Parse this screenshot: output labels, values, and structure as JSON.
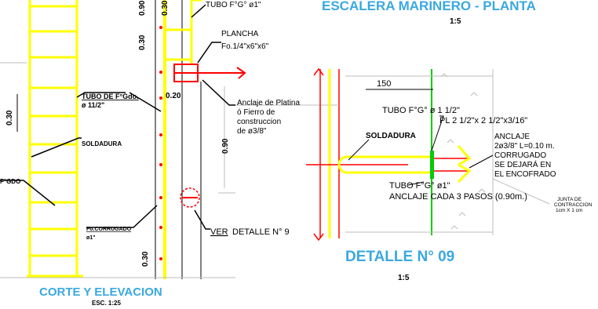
{
  "titles": {
    "planta_title": "ESCALERA MARINERO - PLANTA",
    "planta_scale": "1:5",
    "detalle_title": "DETALLE N° 09",
    "detalle_scale": "1:5",
    "corte_title": "CORTE Y ELEVACION",
    "corte_scale": "ESC. 1:25"
  },
  "left_labels": {
    "tubo_fg_1": "TUBO F°G° ø1\"",
    "plancha_1": "PLANCHA",
    "plancha_2": "Fo.1/4\"x6\"x6\"",
    "tubo_fgdo_1": "TUBO DE F°Gdo.",
    "tubo_fgdo_2": "ø 11/2\"",
    "anclaje_1": "Anclaje de Platina",
    "anclaje_2": "ó Fierro de",
    "anclaje_3": "construccion",
    "anclaje_4": "de ø3/8\"",
    "soldadura": "SOLDADURA",
    "fgdo": "F°GDO",
    "fo_corrugado_1": "Fo.CORRUGADO",
    "fo_corrugado_2": "ø1\"",
    "ver_detalle": "VER",
    "ver_detalle_rest": "DETALLE N° 9"
  },
  "left_dims": {
    "d090_top": "0.90",
    "d030_top": "0.30",
    "d030_mid": "0.30",
    "d030_left": "0.30",
    "d020": "0.20",
    "d090_right": "0.90",
    "d030_bottom": "0.30"
  },
  "right_labels": {
    "dim_150": "150",
    "tubo_fg_112": "TUBO F°G° ø 1 1/2\"",
    "pl": "PL 2 1/2\"x 2 1/2\"x3/16\"",
    "soldadura": "SOLDADURA",
    "anclaje_1": "ANCLAJE",
    "anclaje_2": "2ø3/8\" L=0.10 m.",
    "anclaje_3": "CORRUGADO",
    "anclaje_4": "SE DEJARÁ EN",
    "anclaje_5": "EL ENCOFRADO",
    "tubo_fg_1": "TUBO F°G° ø1\"",
    "anclaje_pasos": "ANCLAJE CADA 3 PASOS (0.90m.)",
    "junta_1": "JUNTA DE",
    "junta_2": "CONTRACCION",
    "junta_3": "1cm X 1 cm"
  },
  "colors": {
    "yellow": "#ffff00",
    "red": "#ff0000",
    "green": "#00cc00",
    "title_blue": "#3aa8e0",
    "grey": "#bdbdbd"
  }
}
